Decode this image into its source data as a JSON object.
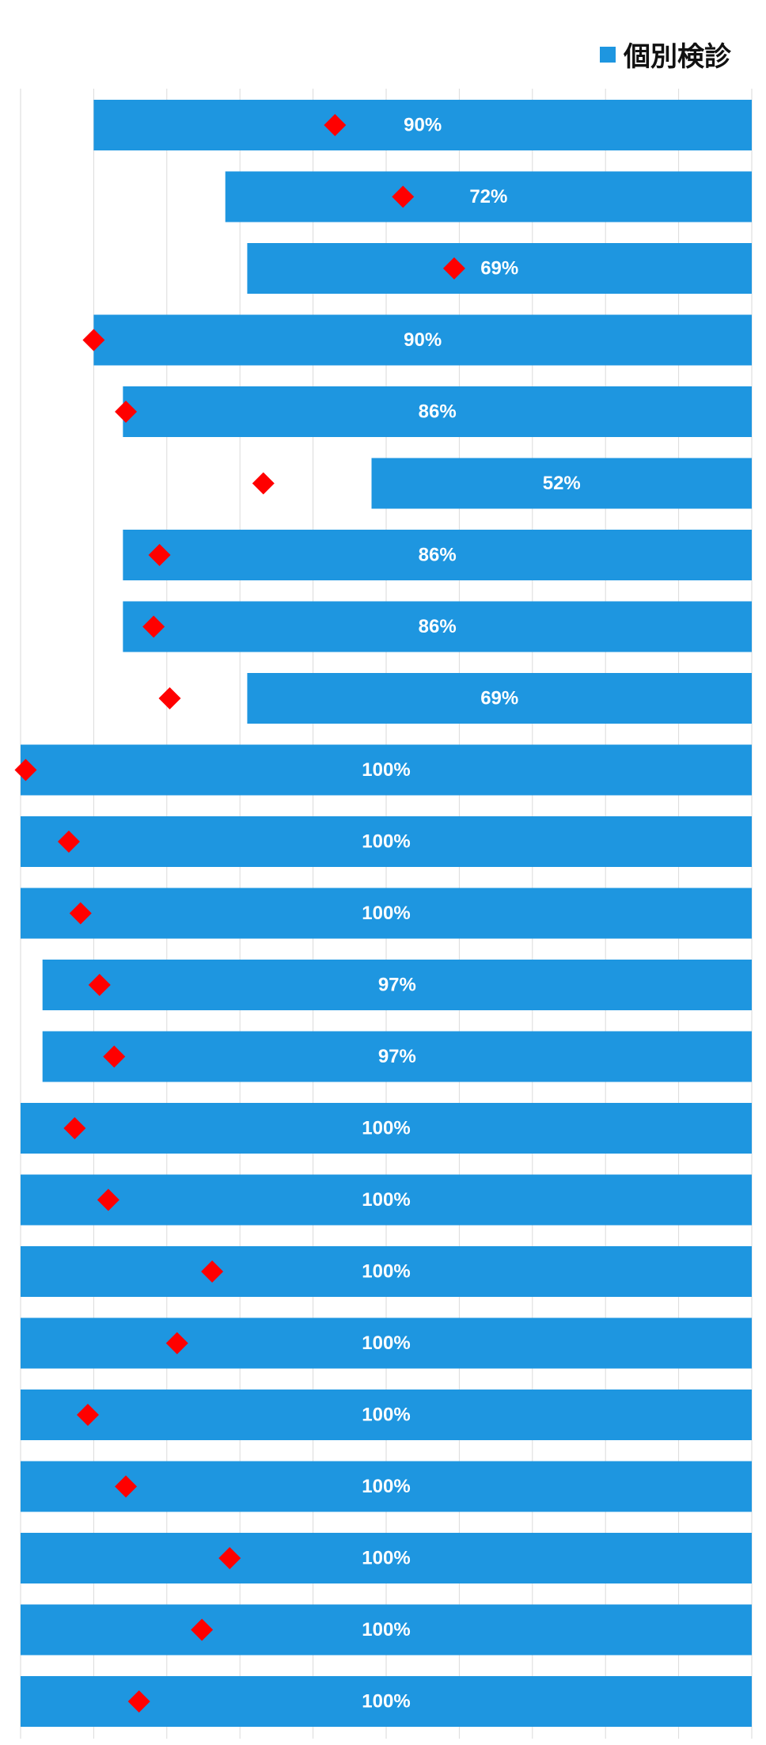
{
  "legend": {
    "label": "個別検診"
  },
  "colors": {
    "bar": "#1e96e0",
    "marker": "#ff0000",
    "grid": "#dadada",
    "label": "#ffffff"
  },
  "chart_data": {
    "type": "bar",
    "orientation": "horizontal",
    "direction": "right-to-left",
    "xlim": [
      0,
      100
    ],
    "grid": true,
    "legend_position": "top-right",
    "series": [
      {
        "name": "個別検診",
        "values": [
          90,
          72,
          69,
          90,
          86,
          52,
          86,
          86,
          69,
          100,
          100,
          100,
          97,
          97,
          100,
          100,
          100,
          100,
          100,
          100,
          100,
          100,
          100
        ],
        "labels": [
          "90%",
          "72%",
          "69%",
          "90%",
          "86%",
          "52%",
          "86%",
          "86%",
          "69%",
          "100%",
          "100%",
          "100%",
          "97%",
          "97%",
          "100%",
          "100%",
          "100%",
          "100%",
          "100%",
          "100%",
          "100%",
          "100%",
          "100%"
        ]
      },
      {
        "marker": "diamond",
        "values": [
          57,
          47.7,
          40.7,
          90,
          85.6,
          66.8,
          81,
          81.8,
          79.6,
          99.3,
          93.4,
          91.8,
          89.2,
          87.2,
          92.6,
          88,
          73.8,
          78.6,
          90.8,
          85.6,
          71.4,
          75.2,
          83.8
        ]
      }
    ]
  }
}
